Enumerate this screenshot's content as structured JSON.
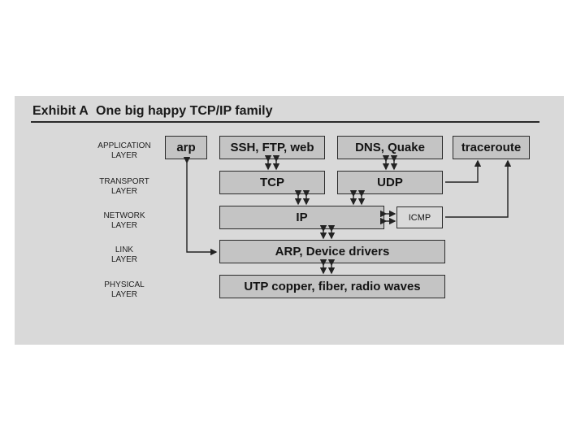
{
  "exhibit": {
    "label": "Exhibit A",
    "title": "One big happy TCP/IP family"
  },
  "layers": [
    {
      "name": "APPLICATION LAYER",
      "line1": "APPLICATION",
      "line2": "LAYER"
    },
    {
      "name": "TRANSPORT LAYER",
      "line1": "TRANSPORT",
      "line2": "LAYER"
    },
    {
      "name": "NETWORK LAYER",
      "line1": "NETWORK",
      "line2": "LAYER"
    },
    {
      "name": "LINK LAYER",
      "line1": "LINK",
      "line2": "LAYER"
    },
    {
      "name": "PHYSICAL LAYER",
      "line1": "PHYSICAL",
      "line2": "LAYER"
    }
  ],
  "boxes": {
    "arp": "arp",
    "ssh": "SSH, FTP, web",
    "dns": "DNS, Quake",
    "traceroute": "traceroute",
    "tcp": "TCP",
    "udp": "UDP",
    "ip": "IP",
    "icmp": "ICMP",
    "link": "ARP, Device drivers",
    "phys": "UTP copper, fiber, radio waves"
  },
  "colors": {
    "box_fill": "#c4c4c4",
    "scan_bg": "#d9d9d9",
    "ink": "#2b2b2b"
  }
}
